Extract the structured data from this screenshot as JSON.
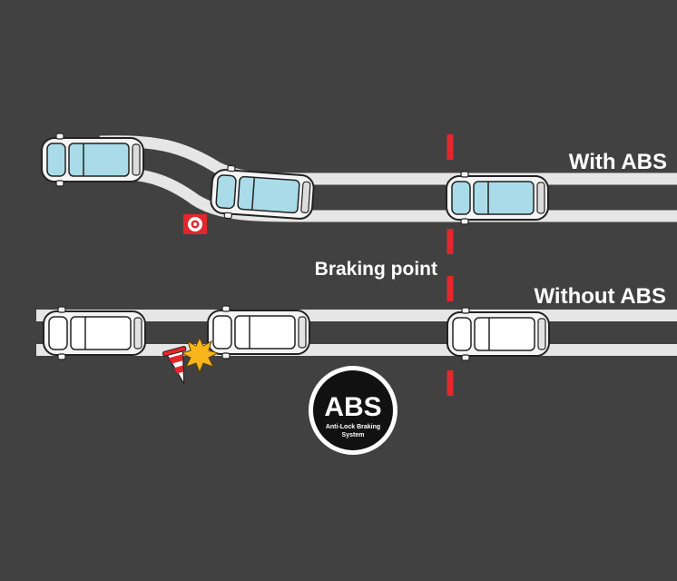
{
  "labels": {
    "with_abs": "With ABS",
    "without_abs": "Without ABS",
    "braking_point": "Braking point"
  },
  "logo": {
    "title": "ABS",
    "line1": "Anti-Lock Braking",
    "line2": "System"
  },
  "colors": {
    "background": "#414141",
    "track": "#e6e6e6",
    "braking_line": "#e4262b",
    "car_blue_window": "#a9dce8",
    "car_white": "#f4f4f4",
    "impact": "#f7b51b"
  },
  "icons": {
    "obstacle_marker": "target-icon",
    "traffic_cone": "traffic-cone-icon",
    "collision": "collision-burst-icon"
  }
}
